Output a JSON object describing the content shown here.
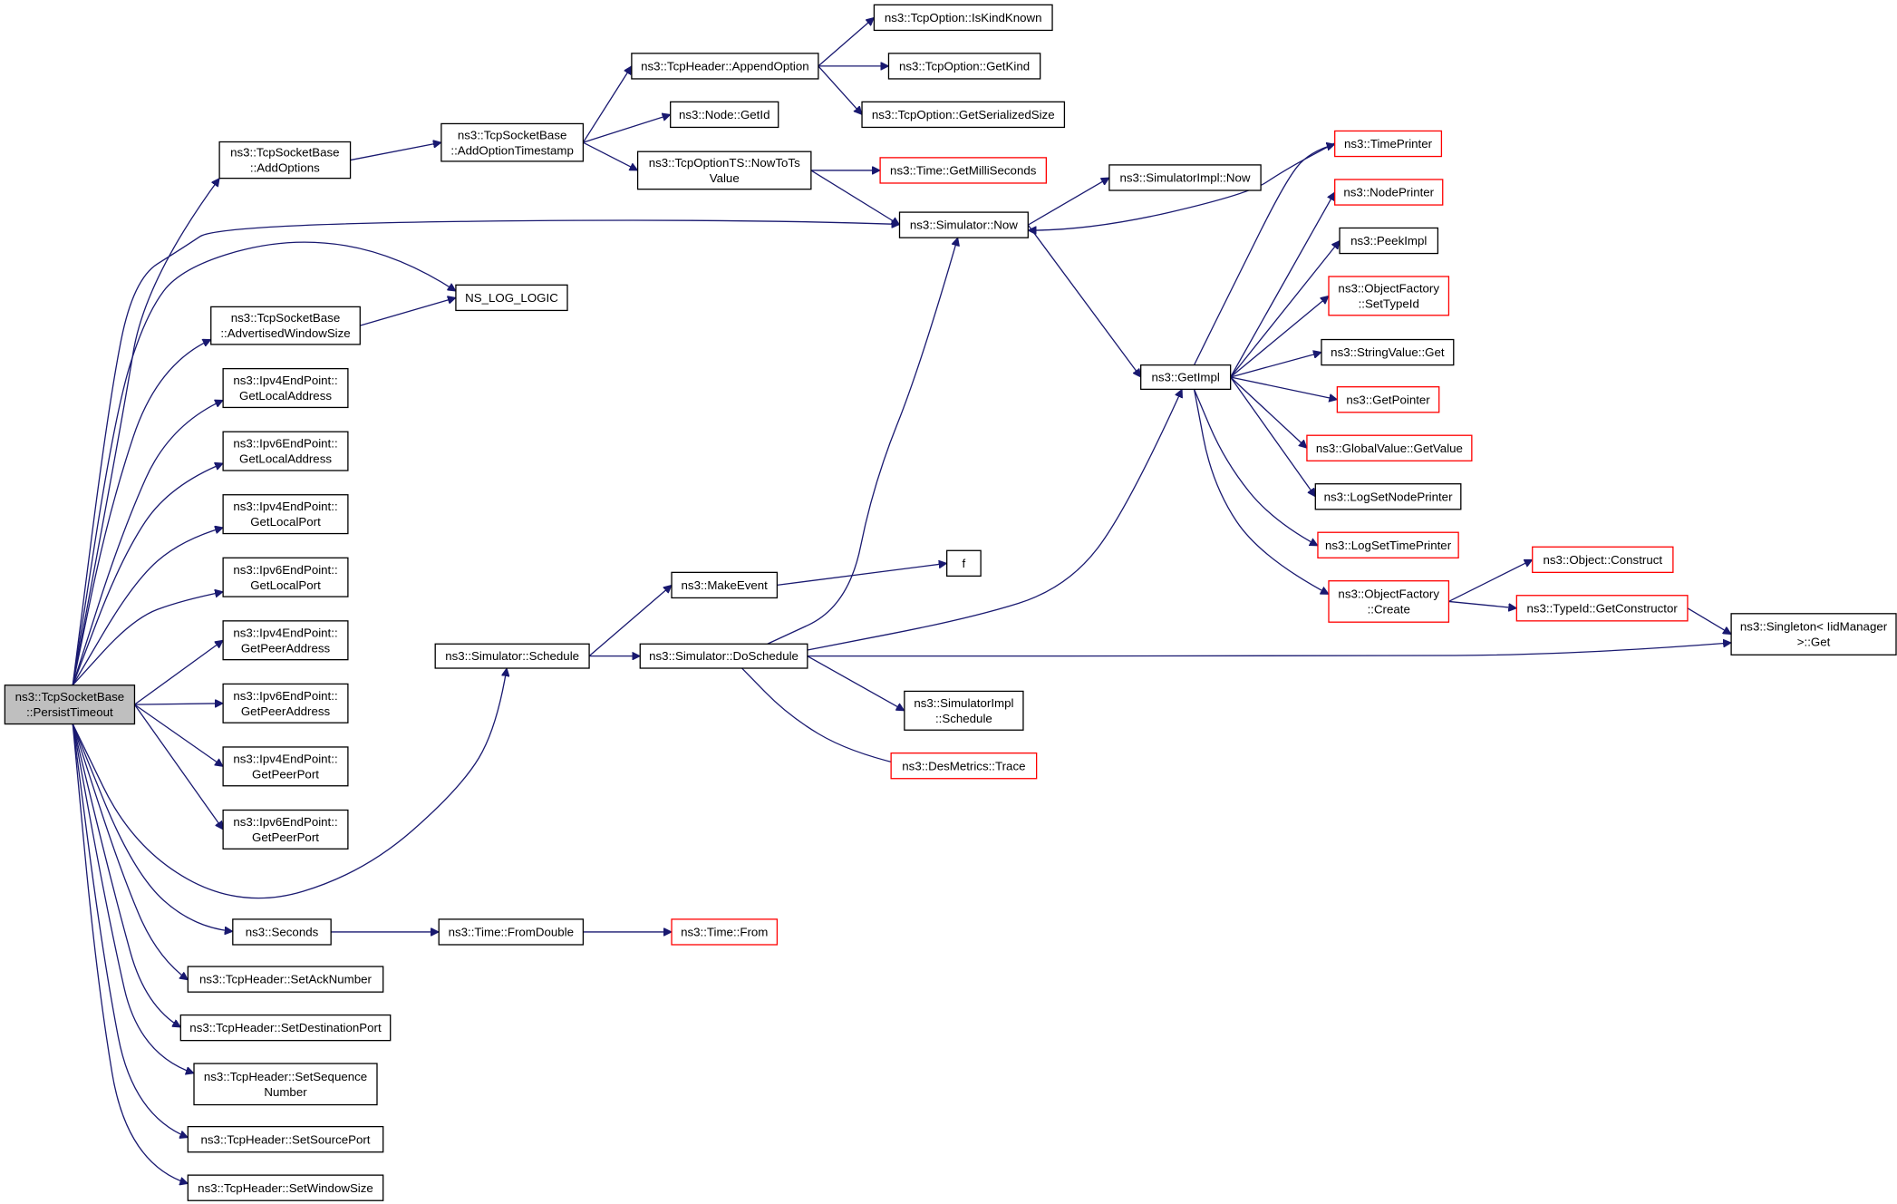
{
  "nodes": [
    {
      "id": "root",
      "lines": [
        "ns3::TcpSocketBase",
        "::PersistTimeout"
      ],
      "red": false
    },
    {
      "id": "add_options",
      "lines": [
        "ns3::TcpSocketBase",
        "::AddOptions"
      ],
      "red": false
    },
    {
      "id": "add_option_timestamp",
      "lines": [
        "ns3::TcpSocketBase",
        "::AddOptionTimestamp"
      ],
      "red": false
    },
    {
      "id": "append_option",
      "lines": [
        "ns3::TcpHeader::AppendOption"
      ],
      "red": false
    },
    {
      "id": "is_kind_known",
      "lines": [
        "ns3::TcpOption::IsKindKnown"
      ],
      "red": false
    },
    {
      "id": "get_kind",
      "lines": [
        "ns3::TcpOption::GetKind"
      ],
      "red": false
    },
    {
      "id": "get_serialized_size",
      "lines": [
        "ns3::TcpOption::GetSerializedSize"
      ],
      "red": false
    },
    {
      "id": "node_getid",
      "lines": [
        "ns3::Node::GetId"
      ],
      "red": false
    },
    {
      "id": "now_to_ts",
      "lines": [
        "ns3::TcpOptionTS::NowToTs",
        "Value"
      ],
      "red": false
    },
    {
      "id": "get_milli",
      "lines": [
        "ns3::Time::GetMilliSeconds"
      ],
      "red": true
    },
    {
      "id": "sim_now",
      "lines": [
        "ns3::Simulator::Now"
      ],
      "red": false
    },
    {
      "id": "simimpl_now",
      "lines": [
        "ns3::SimulatorImpl::Now"
      ],
      "red": false
    },
    {
      "id": "ns_log_logic",
      "lines": [
        "NS_LOG_LOGIC"
      ],
      "red": false
    },
    {
      "id": "adv_window",
      "lines": [
        "ns3::TcpSocketBase",
        "::AdvertisedWindowSize"
      ],
      "red": false
    },
    {
      "id": "ipv4_gla",
      "lines": [
        "ns3::Ipv4EndPoint::",
        "GetLocalAddress"
      ],
      "red": false
    },
    {
      "id": "ipv6_gla",
      "lines": [
        "ns3::Ipv6EndPoint::",
        "GetLocalAddress"
      ],
      "red": false
    },
    {
      "id": "ipv4_glp",
      "lines": [
        "ns3::Ipv4EndPoint::",
        "GetLocalPort"
      ],
      "red": false
    },
    {
      "id": "ipv6_glp",
      "lines": [
        "ns3::Ipv6EndPoint::",
        "GetLocalPort"
      ],
      "red": false
    },
    {
      "id": "ipv4_gpa",
      "lines": [
        "ns3::Ipv4EndPoint::",
        "GetPeerAddress"
      ],
      "red": false
    },
    {
      "id": "ipv6_gpa",
      "lines": [
        "ns3::Ipv6EndPoint::",
        "GetPeerAddress"
      ],
      "red": false
    },
    {
      "id": "ipv4_gpp",
      "lines": [
        "ns3::Ipv4EndPoint::",
        "GetPeerPort"
      ],
      "red": false
    },
    {
      "id": "ipv6_gpp",
      "lines": [
        "ns3::Ipv6EndPoint::",
        "GetPeerPort"
      ],
      "red": false
    },
    {
      "id": "sim_schedule",
      "lines": [
        "ns3::Simulator::Schedule"
      ],
      "red": false
    },
    {
      "id": "make_event",
      "lines": [
        "ns3::MakeEvent"
      ],
      "red": false
    },
    {
      "id": "f",
      "lines": [
        "f"
      ],
      "red": false
    },
    {
      "id": "do_schedule",
      "lines": [
        "ns3::Simulator::DoSchedule"
      ],
      "red": false
    },
    {
      "id": "simimpl_schedule",
      "lines": [
        "ns3::SimulatorImpl",
        "::Schedule"
      ],
      "red": false
    },
    {
      "id": "desmetrics_trace",
      "lines": [
        "ns3::DesMetrics::Trace"
      ],
      "red": true
    },
    {
      "id": "get_impl",
      "lines": [
        "ns3::GetImpl"
      ],
      "red": false
    },
    {
      "id": "time_printer",
      "lines": [
        "ns3::TimePrinter"
      ],
      "red": true
    },
    {
      "id": "node_printer",
      "lines": [
        "ns3::NodePrinter"
      ],
      "red": true
    },
    {
      "id": "peek_impl",
      "lines": [
        "ns3::PeekImpl"
      ],
      "red": false
    },
    {
      "id": "of_settypeid",
      "lines": [
        "ns3::ObjectFactory",
        "::SetTypeId"
      ],
      "red": true
    },
    {
      "id": "stringvalue_get",
      "lines": [
        "ns3::StringValue::Get"
      ],
      "red": false
    },
    {
      "id": "get_pointer",
      "lines": [
        "ns3::GetPointer"
      ],
      "red": true
    },
    {
      "id": "gv_getvalue",
      "lines": [
        "ns3::GlobalValue::GetValue"
      ],
      "red": true
    },
    {
      "id": "log_set_node_printer",
      "lines": [
        "ns3::LogSetNodePrinter"
      ],
      "red": false
    },
    {
      "id": "log_set_time_printer",
      "lines": [
        "ns3::LogSetTimePrinter"
      ],
      "red": true
    },
    {
      "id": "of_create",
      "lines": [
        "ns3::ObjectFactory",
        "::Create"
      ],
      "red": true
    },
    {
      "id": "object_construct",
      "lines": [
        "ns3::Object::Construct"
      ],
      "red": true
    },
    {
      "id": "typeid_getctor",
      "lines": [
        "ns3::TypeId::GetConstructor"
      ],
      "red": true
    },
    {
      "id": "singleton_get",
      "lines": [
        "ns3::Singleton< IidManager",
        ">::Get"
      ],
      "red": false
    },
    {
      "id": "seconds",
      "lines": [
        "ns3::Seconds"
      ],
      "red": false
    },
    {
      "id": "time_fromdouble",
      "lines": [
        "ns3::Time::FromDouble"
      ],
      "red": false
    },
    {
      "id": "time_from",
      "lines": [
        "ns3::Time::From"
      ],
      "red": true
    },
    {
      "id": "set_ack",
      "lines": [
        "ns3::TcpHeader::SetAckNumber"
      ],
      "red": false
    },
    {
      "id": "set_dest_port",
      "lines": [
        "ns3::TcpHeader::SetDestinationPort"
      ],
      "red": false
    },
    {
      "id": "set_seq",
      "lines": [
        "ns3::TcpHeader::SetSequence",
        "Number"
      ],
      "red": false
    },
    {
      "id": "set_src_port",
      "lines": [
        "ns3::TcpHeader::SetSourcePort"
      ],
      "red": false
    },
    {
      "id": "set_window",
      "lines": [
        "ns3::TcpHeader::SetWindowSize"
      ],
      "red": false
    }
  ],
  "edges": [
    [
      "root",
      "add_options"
    ],
    [
      "root",
      "sim_now"
    ],
    [
      "root",
      "ns_log_logic"
    ],
    [
      "root",
      "adv_window"
    ],
    [
      "root",
      "ipv4_gla"
    ],
    [
      "root",
      "ipv6_gla"
    ],
    [
      "root",
      "ipv4_glp"
    ],
    [
      "root",
      "ipv6_glp"
    ],
    [
      "root",
      "ipv4_gpa"
    ],
    [
      "root",
      "ipv6_gpa"
    ],
    [
      "root",
      "ipv4_gpp"
    ],
    [
      "root",
      "ipv6_gpp"
    ],
    [
      "root",
      "sim_schedule"
    ],
    [
      "root",
      "seconds"
    ],
    [
      "root",
      "set_ack"
    ],
    [
      "root",
      "set_dest_port"
    ],
    [
      "root",
      "set_seq"
    ],
    [
      "root",
      "set_src_port"
    ],
    [
      "root",
      "set_window"
    ],
    [
      "add_options",
      "add_option_timestamp"
    ],
    [
      "add_option_timestamp",
      "append_option"
    ],
    [
      "add_option_timestamp",
      "node_getid"
    ],
    [
      "add_option_timestamp",
      "now_to_ts"
    ],
    [
      "append_option",
      "is_kind_known"
    ],
    [
      "append_option",
      "get_kind"
    ],
    [
      "append_option",
      "get_serialized_size"
    ],
    [
      "now_to_ts",
      "get_milli"
    ],
    [
      "now_to_ts",
      "sim_now"
    ],
    [
      "sim_now",
      "simimpl_now"
    ],
    [
      "sim_now",
      "get_impl"
    ],
    [
      "adv_window",
      "ns_log_logic"
    ],
    [
      "sim_schedule",
      "make_event"
    ],
    [
      "sim_schedule",
      "do_schedule"
    ],
    [
      "make_event",
      "f"
    ],
    [
      "do_schedule",
      "sim_now"
    ],
    [
      "do_schedule",
      "get_impl"
    ],
    [
      "do_schedule",
      "singleton_get"
    ],
    [
      "do_schedule",
      "simimpl_schedule"
    ],
    [
      "do_schedule",
      "desmetrics_trace"
    ],
    [
      "get_impl",
      "time_printer"
    ],
    [
      "get_impl",
      "node_printer"
    ],
    [
      "get_impl",
      "peek_impl"
    ],
    [
      "get_impl",
      "of_settypeid"
    ],
    [
      "get_impl",
      "stringvalue_get"
    ],
    [
      "get_impl",
      "get_pointer"
    ],
    [
      "get_impl",
      "gv_getvalue"
    ],
    [
      "get_impl",
      "log_set_node_printer"
    ],
    [
      "get_impl",
      "log_set_time_printer"
    ],
    [
      "get_impl",
      "of_create"
    ],
    [
      "time_printer",
      "sim_now"
    ],
    [
      "of_create",
      "object_construct"
    ],
    [
      "of_create",
      "typeid_getctor"
    ],
    [
      "typeid_getctor",
      "singleton_get"
    ],
    [
      "seconds",
      "time_fromdouble"
    ],
    [
      "time_fromdouble",
      "time_from"
    ]
  ]
}
